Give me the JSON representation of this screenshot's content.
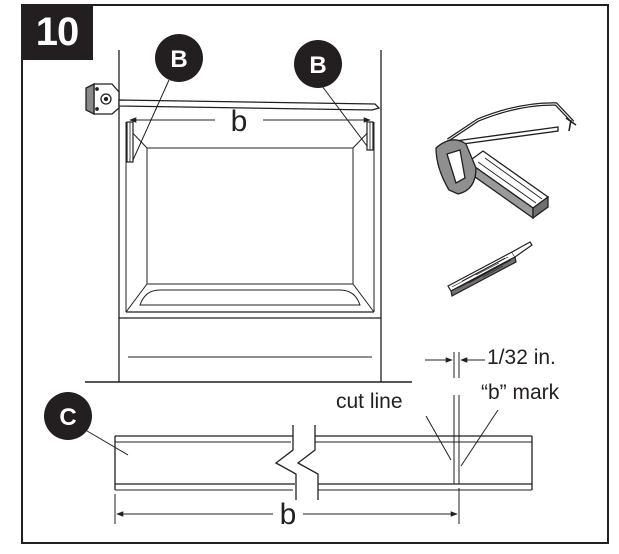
{
  "step": {
    "number": "10"
  },
  "callouts": {
    "left_b": "B",
    "right_b": "B",
    "c": "C"
  },
  "dimensions": {
    "top_b": "b",
    "bottom_b": "b",
    "gap": "1/32 in."
  },
  "annotations": {
    "cut_line": "cut line",
    "b_mark": "“b” mark"
  },
  "colors": {
    "ink": "#231f20",
    "paper": "#ffffff"
  }
}
